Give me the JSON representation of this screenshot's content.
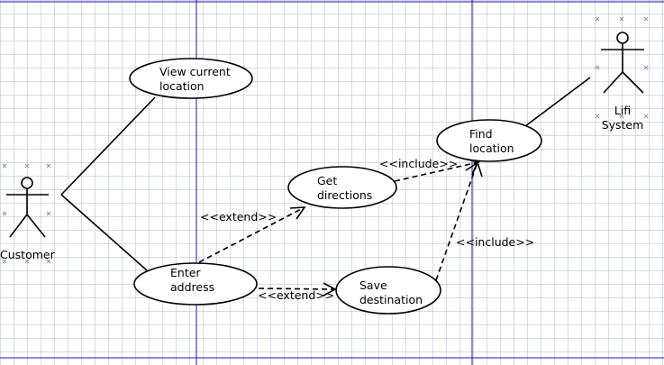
{
  "diagram": {
    "colors": {
      "background": "#ffffff",
      "grid": "#b4becd",
      "swimlane": "#1a1aa0",
      "stroke": "#000000",
      "handle": "#7f8fd0"
    },
    "actors": [
      {
        "id": "customer",
        "label": "Customer"
      },
      {
        "id": "lifi",
        "label": "Lifi\nSystem"
      }
    ],
    "use_cases": [
      {
        "id": "view-location",
        "label": "View current\nlocation"
      },
      {
        "id": "find-location",
        "label": "Find\nlocation"
      },
      {
        "id": "get-directions",
        "label": "Get\ndirections"
      },
      {
        "id": "enter-address",
        "label": "Enter\naddress"
      },
      {
        "id": "save-destination",
        "label": "Save\ndestination"
      }
    ],
    "relationships": [
      {
        "from": "customer",
        "to": "view-location",
        "type": "association"
      },
      {
        "from": "customer",
        "to": "enter-address",
        "type": "association"
      },
      {
        "from": "lifi",
        "to": "find-location",
        "type": "association"
      },
      {
        "from": "enter-address",
        "to": "get-directions",
        "type": "extend",
        "label": "<<extend>>"
      },
      {
        "from": "enter-address",
        "to": "save-destination",
        "type": "extend",
        "label": "<<extend>>"
      },
      {
        "from": "get-directions",
        "to": "find-location",
        "type": "include",
        "label": "<<include>>"
      },
      {
        "from": "save-destination",
        "to": "find-location",
        "type": "include",
        "label": "<<include>>"
      }
    ]
  }
}
